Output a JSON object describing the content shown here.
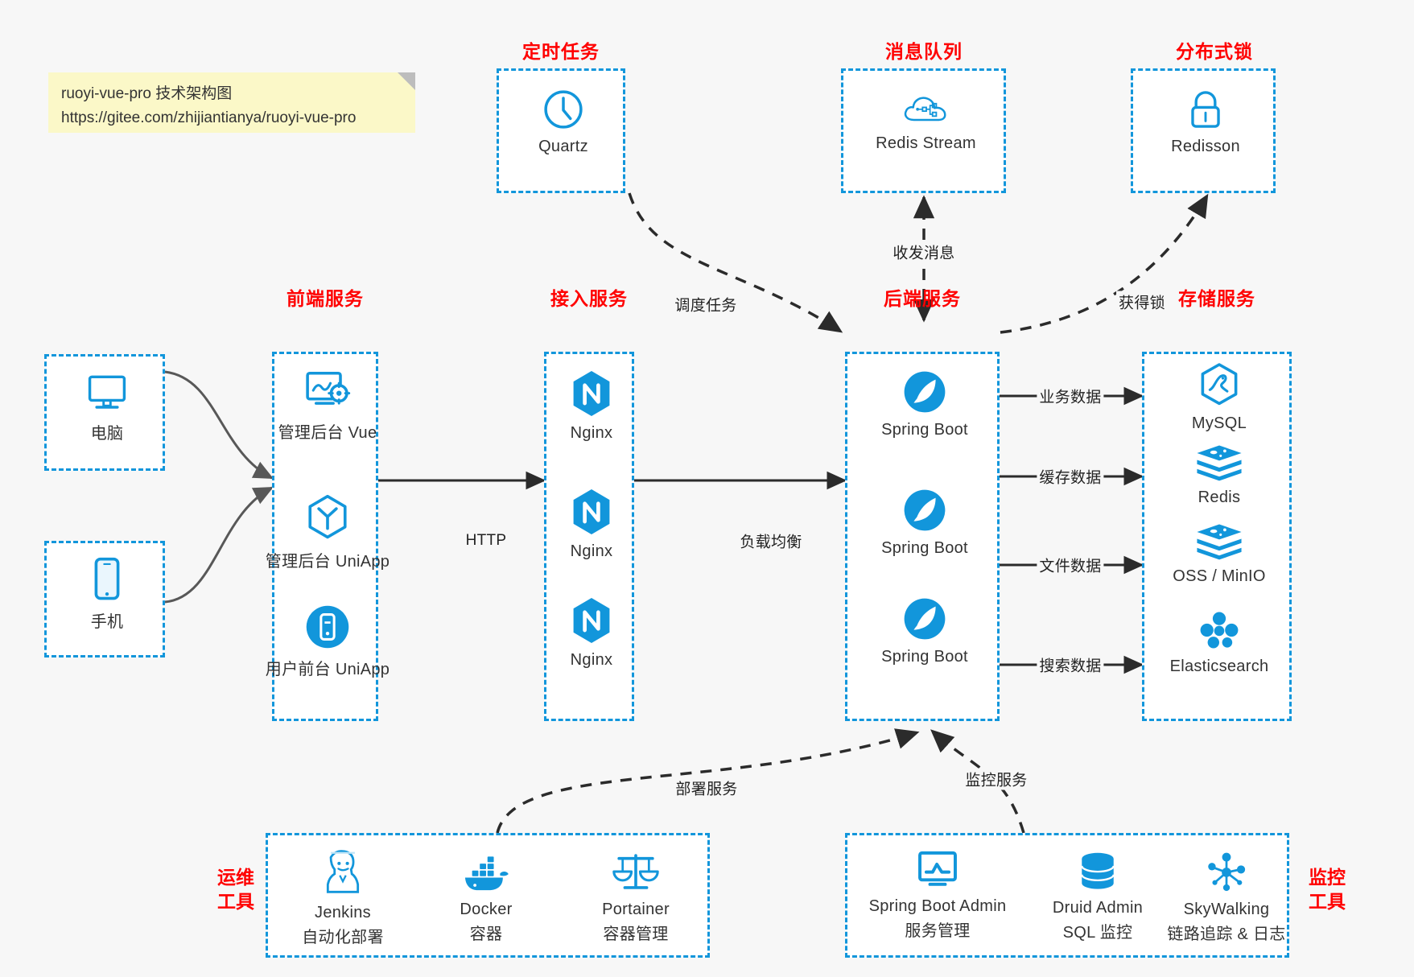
{
  "note": {
    "name": "sticky-note",
    "line1": "ruoyi-vue-pro 技术架构图",
    "line2": "https://gitee.com/zhijiantianya/ruoyi-vue-pro"
  },
  "colors": {
    "accent_blue": "#1296db",
    "title_red": "#ff0000",
    "background": "#f7f7f7",
    "node_text": "#333333",
    "edge": "#3a3a3a",
    "note_bg": "#fbf8c8"
  },
  "groups": {
    "scheduled_task": {
      "title": "定时任务",
      "nodes": [
        {
          "label": "Quartz",
          "icon": "clock-icon"
        }
      ]
    },
    "message_queue": {
      "title": "消息队列",
      "nodes": [
        {
          "label": "Redis Stream",
          "icon": "cloud-stream-icon"
        }
      ]
    },
    "distributed_lock": {
      "title": "分布式锁",
      "nodes": [
        {
          "label": "Redisson",
          "icon": "lock-icon"
        }
      ]
    },
    "clients": {
      "nodes": [
        {
          "label": "电脑",
          "icon": "desktop-icon"
        },
        {
          "label": "手机",
          "icon": "mobile-icon"
        }
      ]
    },
    "frontend": {
      "title": "前端服务",
      "nodes": [
        {
          "label": "管理后台 Vue",
          "icon": "dashboard-gear-icon"
        },
        {
          "label": "管理后台 UniApp",
          "icon": "uniapp-cube-icon"
        },
        {
          "label": "用户前台 UniApp",
          "icon": "mobile-round-icon"
        }
      ]
    },
    "gateway": {
      "title": "接入服务",
      "nodes": [
        {
          "label": "Nginx",
          "icon": "nginx-icon"
        },
        {
          "label": "Nginx",
          "icon": "nginx-icon"
        },
        {
          "label": "Nginx",
          "icon": "nginx-icon"
        }
      ]
    },
    "backend": {
      "title": "后端服务",
      "nodes": [
        {
          "label": "Spring Boot",
          "icon": "spring-boot-icon"
        },
        {
          "label": "Spring Boot",
          "icon": "spring-boot-icon"
        },
        {
          "label": "Spring Boot",
          "icon": "spring-boot-icon"
        }
      ]
    },
    "storage": {
      "title": "存储服务",
      "nodes": [
        {
          "label": "MySQL",
          "icon": "mysql-icon"
        },
        {
          "label": "Redis",
          "icon": "redis-icon"
        },
        {
          "label": "OSS / MinIO",
          "icon": "oss-minio-icon"
        },
        {
          "label": "Elasticsearch",
          "icon": "elasticsearch-icon"
        }
      ]
    },
    "devops": {
      "title": "运维\n工具",
      "title_line1": "运维",
      "title_line2": "工具",
      "nodes": [
        {
          "label": "Jenkins",
          "sublabel": "自动化部署",
          "icon": "jenkins-icon"
        },
        {
          "label": "Docker",
          "sublabel": "容器",
          "icon": "docker-icon"
        },
        {
          "label": "Portainer",
          "sublabel": "容器管理",
          "icon": "scales-icon"
        }
      ]
    },
    "monitoring": {
      "title_line1": "监控",
      "title_line2": "工具",
      "nodes": [
        {
          "label": "Spring Boot Admin",
          "sublabel": "服务管理",
          "icon": "monitor-chart-icon"
        },
        {
          "label": "Druid Admin",
          "sublabel": "SQL 监控",
          "icon": "database-icon"
        },
        {
          "label": "SkyWalking",
          "sublabel": "链路追踪 & 日志",
          "icon": "skywalking-icon"
        }
      ]
    }
  },
  "edges": [
    {
      "id": "sched",
      "label": "调度任务",
      "style": "dashed"
    },
    {
      "id": "mq",
      "label": "收发消息",
      "style": "dashed"
    },
    {
      "id": "lock",
      "label": "获得锁",
      "style": "dashed"
    },
    {
      "id": "http",
      "label": "HTTP",
      "style": "solid"
    },
    {
      "id": "lb",
      "label": "负载均衡",
      "style": "solid"
    },
    {
      "id": "biz",
      "label": "业务数据",
      "style": "solid"
    },
    {
      "id": "cache",
      "label": "缓存数据",
      "style": "solid"
    },
    {
      "id": "file",
      "label": "文件数据",
      "style": "solid"
    },
    {
      "id": "search",
      "label": "搜索数据",
      "style": "solid"
    },
    {
      "id": "deploy",
      "label": "部署服务",
      "style": "dashed"
    },
    {
      "id": "monitor",
      "label": "监控服务",
      "style": "dashed"
    }
  ]
}
